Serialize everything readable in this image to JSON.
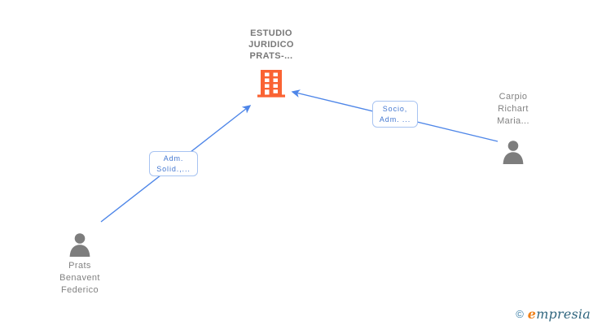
{
  "colors": {
    "background": "#ffffff",
    "arrow": "#4E86E8",
    "label_border": "#A7C3F1",
    "label_text": "#4377D0",
    "node_text": "#828282",
    "company_text": "#787878",
    "building": "#FA6333",
    "person": "#7D7D7D",
    "logo_copyright": "#3B7FA8",
    "logo_e": "#EF8018",
    "logo_rest": "#30667F"
  },
  "icons": {
    "company": "building-icon",
    "person": "person-icon"
  },
  "company": {
    "name_lines": [
      "ESTUDIO",
      "JURIDICO",
      "PRATS-..."
    ]
  },
  "persons": [
    {
      "id": "prats",
      "name_lines": [
        "Prats",
        "Benavent",
        "Federico"
      ]
    },
    {
      "id": "carpio",
      "name_lines": [
        "Carpio",
        "Richart",
        "Maria..."
      ]
    }
  ],
  "edges": [
    {
      "from": "prats",
      "to": "company",
      "label_lines": [
        "Adm.",
        "Solid.,..."
      ]
    },
    {
      "from": "carpio",
      "to": "company",
      "label_lines": [
        "Socio,",
        "Adm. ..."
      ]
    }
  ],
  "footer": {
    "copyright": "©",
    "brand_e": "e",
    "brand_rest": "mpresia"
  }
}
